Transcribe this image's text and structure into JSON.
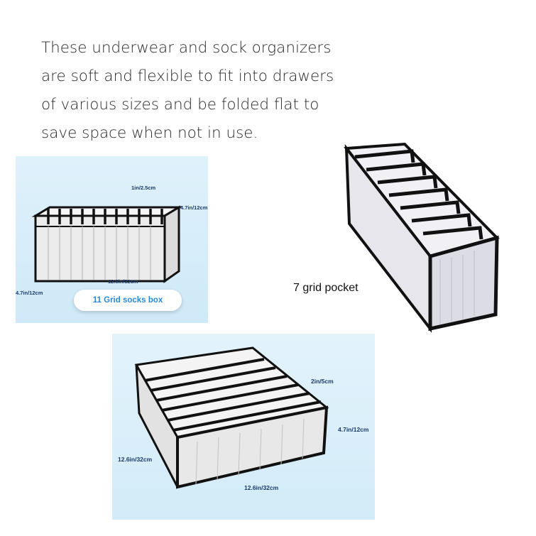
{
  "intro": {
    "lines": [
      "These underwear and sock organizers",
      "are soft and flexible to fit into drawers",
      "of various sizes and be folded flat to",
      "save space when not in use."
    ]
  },
  "socks_box": {
    "label": "11 Grid socks box",
    "dims": {
      "divider": "1in/2.5cm",
      "height": "4.7in/12cm",
      "length": "12.6in/32cm",
      "width": "4.7in/12cm"
    }
  },
  "pocket_box": {
    "label": "7 grid pocket"
  },
  "drawer_box": {
    "dims": {
      "divider": "2in/5cm",
      "height": "4.7in/12cm",
      "width": "12.6in/32cm",
      "length": "12.6in/32cm"
    }
  }
}
